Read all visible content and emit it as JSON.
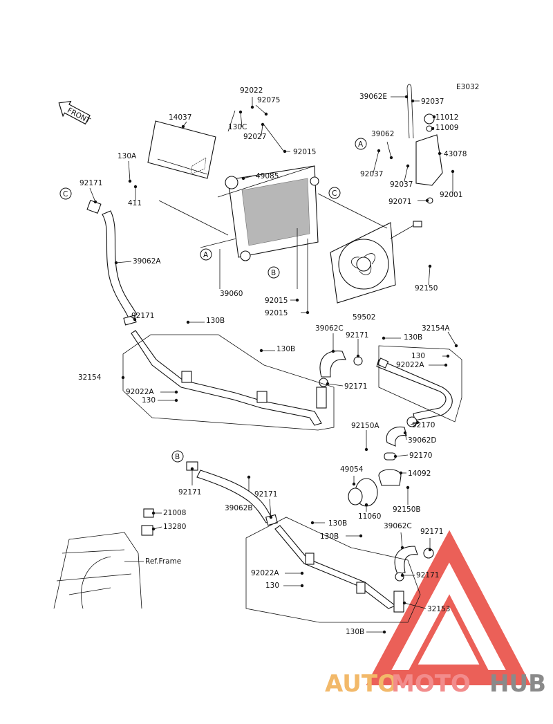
{
  "diagram": {
    "code": "E3032",
    "front_label": "FRONT",
    "ref_frame": "Ref.Frame",
    "refs": [
      "A",
      "B",
      "C"
    ],
    "parts": [
      "92022",
      "92075",
      "130C",
      "92027",
      "92015",
      "14037",
      "130A",
      "411",
      "49085",
      "39060",
      "92150",
      "59502",
      "39062E",
      "92037",
      "11012",
      "11009",
      "39062",
      "43078",
      "92001",
      "92071",
      "92171",
      "39062A",
      "130B",
      "32154",
      "92022A",
      "130",
      "39062C",
      "32154A",
      "92170",
      "92150A",
      "39062D",
      "49054",
      "14092",
      "11060",
      "92150B",
      "39062B",
      "21008",
      "13280",
      "32153"
    ]
  },
  "watermark": {
    "part1": "AUTO",
    "part2": "MOTO",
    "part3": "HUB"
  },
  "colors": {
    "watermark_red": "#e8453c",
    "watermark_orange": "#f2b96a",
    "watermark_gray": "#8a8a8a"
  }
}
